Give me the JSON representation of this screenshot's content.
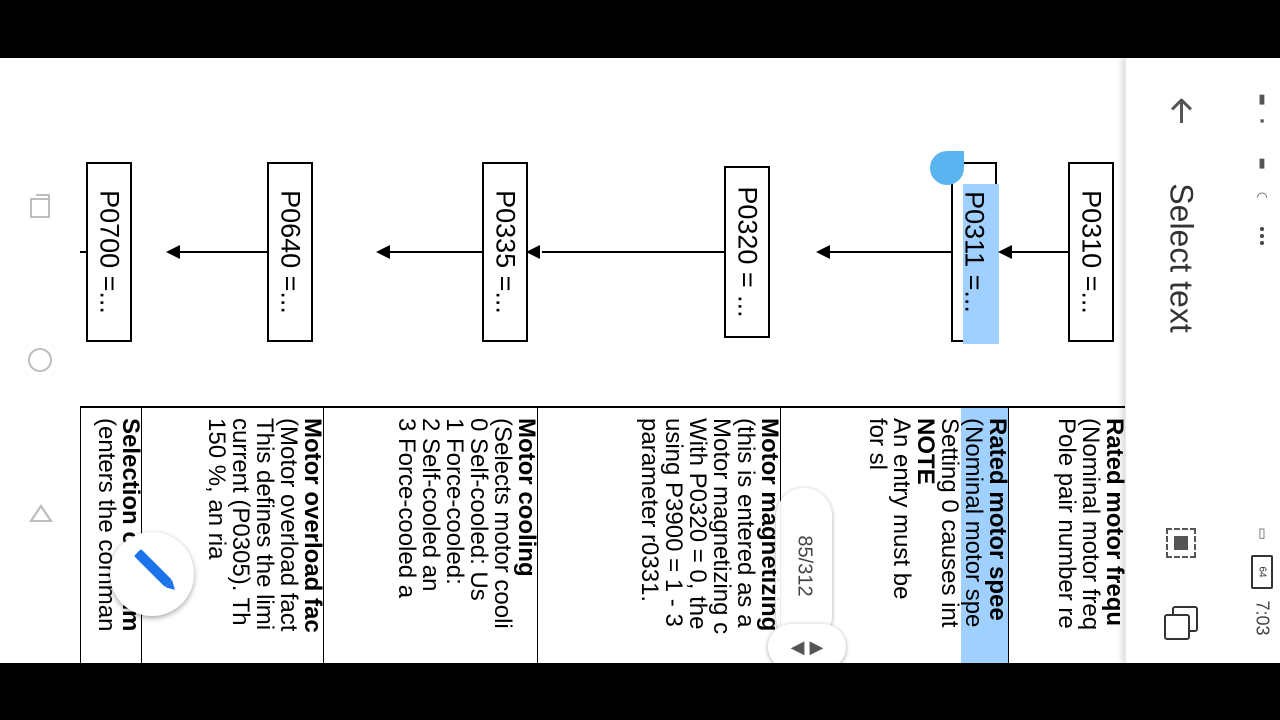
{
  "panel": {
    "title": "Select text"
  },
  "viewer": {
    "page_counter": "85/312",
    "scrub_label": "◀ ▶"
  },
  "statusbar": {
    "time": "7:03",
    "battery": "64"
  },
  "diagram": {
    "boxes": [
      "P0310 =...",
      "P0311 =...",
      "P0320 = ...",
      "P0335 =...",
      "P0640 =...",
      "P0700 =..."
    ]
  },
  "table": {
    "col1": [
      "Rated motor frequ",
      "(Nominal motor freq",
      "Pole pair number re"
    ],
    "col2": [
      "Rated motor spee",
      "(Nominal motor spe",
      "Setting 0 causes int",
      "NOTE",
      "An entry must be",
      "for sl"
    ],
    "col3": [
      "Motor magnetizing",
      "(this is entered as a",
      "Motor magnetizing c",
      "With P0320 = 0, the",
      "using P3900 = 1 - 3",
      "parameter r0331."
    ],
    "col4": [
      "Motor cooling",
      "(Selects motor cooli",
      "0    Self-cooled: Us",
      "1    Force-cooled:",
      "2    Self-cooled an",
      "3    Force-cooled a"
    ],
    "col5": [
      "Motor overload fac",
      "(Motor overload fact",
      "This defines the limi",
      "current (P0305). Th",
      "150 %, an        ria"
    ],
    "col6": [
      "Selection of comm",
      "(enters the comman"
    ]
  }
}
